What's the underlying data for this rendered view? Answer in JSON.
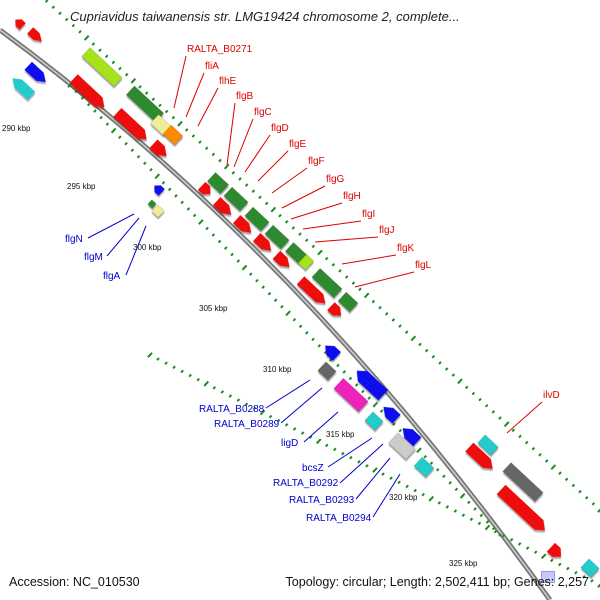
{
  "title": "Cupriavidus taiwanensis str. LMG19424 chromosome 2, complete...",
  "footer": {
    "accession": "Accession: NC_010530",
    "topology": "Topology: circular; Length: 2,502,411 bp; Genes: 2,257"
  },
  "colors": {
    "backbone": "#8c8c8c",
    "forward_gene": "#ee1111",
    "reverse_gene": "#1111ee",
    "cog_green": "#2d8a2d",
    "cog_lightgreen": "#a6e31e",
    "cog_cream": "#eeee99",
    "cog_orange": "#ff8800",
    "cog_cyan": "#22cccc",
    "cog_magenta": "#ee22bb",
    "cog_grey": "#666666",
    "tick_green": "#1a8c1a",
    "label_red": "#dd0000",
    "label_blue": "#0000cc"
  },
  "scale_labels": [
    "290 kbp",
    "295 kbp",
    "300 kbp",
    "305 kbp",
    "310 kbp",
    "315 kbp",
    "320 kbp",
    "325 kbp"
  ],
  "forward_labels": [
    "RALTA_B0271",
    "fliA",
    "flhE",
    "flgB",
    "flgC",
    "flgD",
    "flgE",
    "flgF",
    "flgG",
    "flgH",
    "flgI",
    "flgJ",
    "flgK",
    "flgL",
    "ilvD"
  ],
  "reverse_labels": [
    "flgN",
    "flgM",
    "flgA",
    "RALTA_B0288",
    "RALTA_B0289",
    "ligD",
    "bcsZ",
    "RALTA_B0292",
    "RALTA_B0293",
    "RALTA_B0294"
  ]
}
